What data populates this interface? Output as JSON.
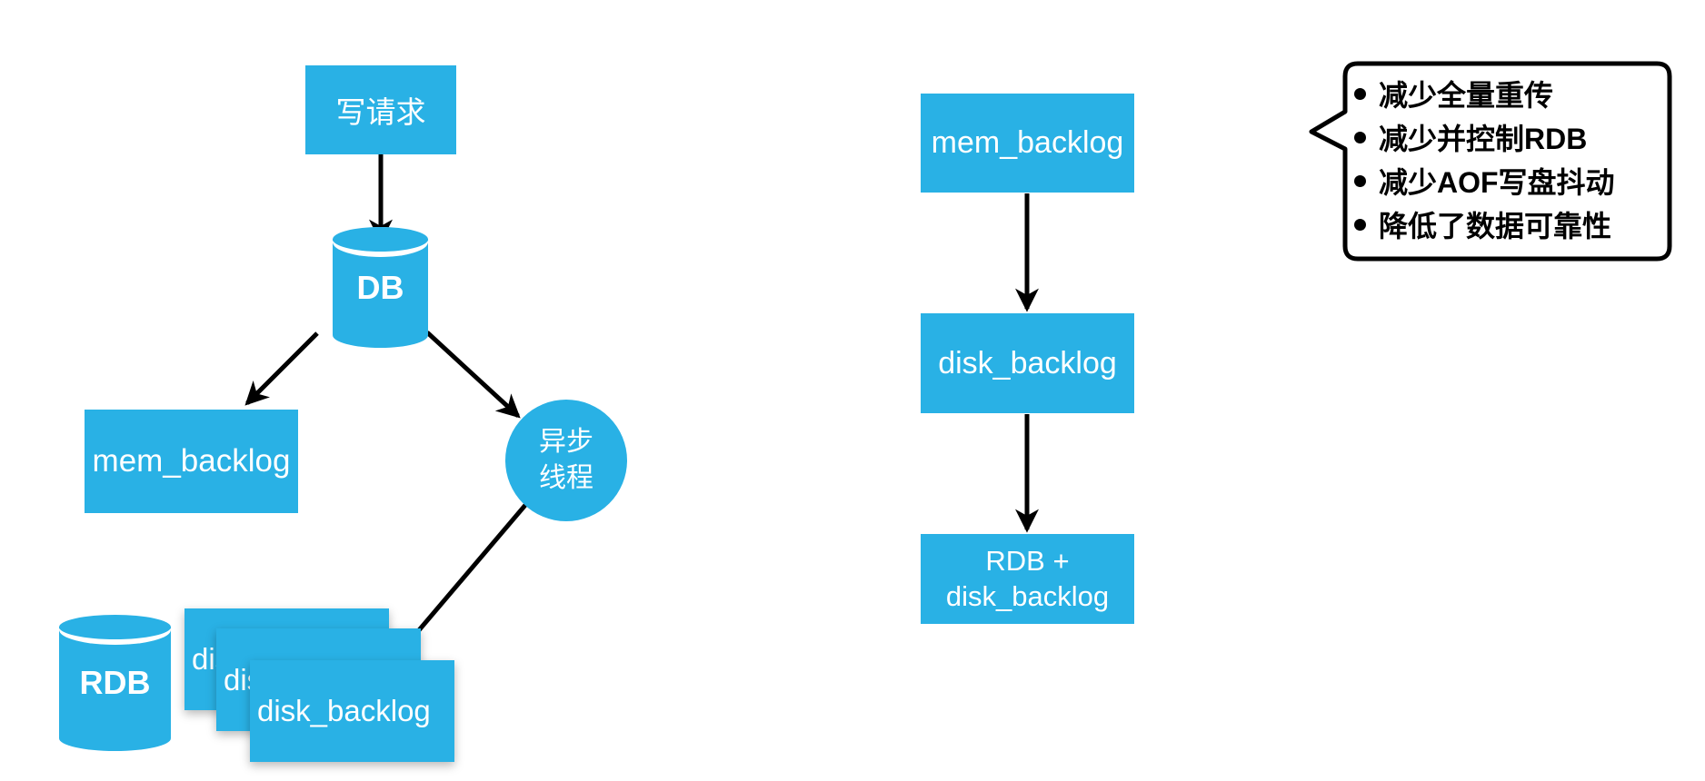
{
  "colors": {
    "accent": "#29B1E5",
    "arrow": "#000000",
    "background": "#ffffff",
    "node_text": "#ffffff",
    "callout_text": "#000000"
  },
  "left_flow": {
    "write_request_label": "写请求",
    "db_label": "DB",
    "mem_backlog_label": "mem_backlog",
    "async_thread_line1": "异步",
    "async_thread_line2": "线程",
    "rdb_label": "RDB",
    "disk_backlog_label": "disk_backlog"
  },
  "right_flow": {
    "mem_backlog_label": "mem_backlog",
    "disk_backlog_label": "disk_backlog",
    "rdb_plus_disk_line1": "RDB +",
    "rdb_plus_disk_line2": "disk_backlog"
  },
  "callout": {
    "items": [
      "减少全量重传",
      "减少并控制RDB",
      "减少AOF写盘抖动",
      "降低了数据可靠性"
    ]
  }
}
